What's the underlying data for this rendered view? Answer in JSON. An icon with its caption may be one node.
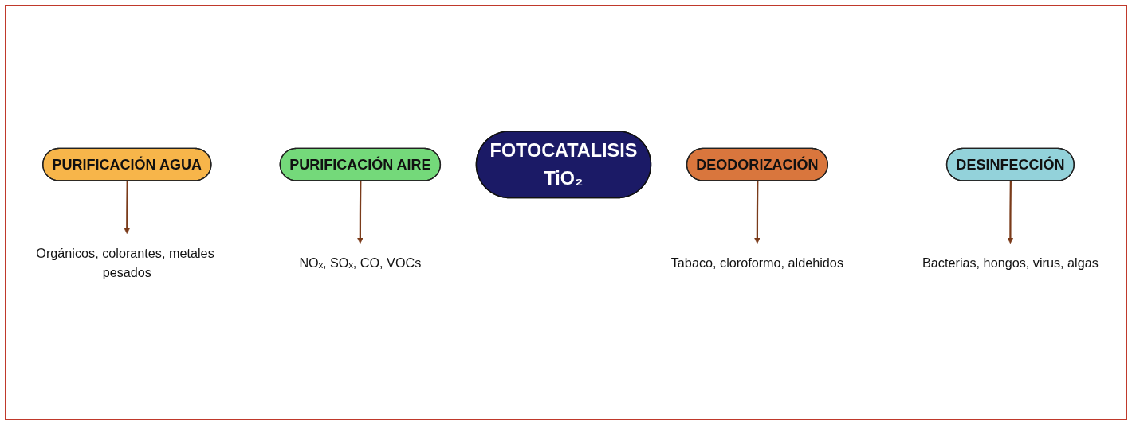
{
  "diagram": {
    "nodes": [
      {
        "text": [
          "PURIFICACIÓN AGUA"
        ]
      },
      {
        "text": [
          "PURIFICACIÓN AIRE"
        ]
      },
      {
        "text": [
          "Orgánicos, colorantes, metales pesados"
        ]
      },
      {
        "text": [
          "FOTOCATALISIS",
          "TiO₂"
        ]
      },
      {
        "text": [
          "NOₓ, SOₓ, CO, VOCs"
        ]
      },
      {
        "text": [
          "DEODORIZACIÓN"
        ]
      },
      {
        "text": [
          "DESINFECCIÓN"
        ]
      },
      {
        "text": [
          "Tabaco, cloroformo, aldehidos"
        ]
      },
      {
        "text": [
          "Bacterias, hongos, virus, algas"
        ]
      }
    ],
    "edges": [
      {
        "from": 0,
        "to": 2,
        "arrow": "to"
      },
      {
        "from": 1,
        "to": 4,
        "arrow": "to"
      },
      {
        "from": 5,
        "to": 7,
        "arrow": "to"
      },
      {
        "from": 6,
        "to": 8,
        "arrow": "to"
      }
    ]
  }
}
